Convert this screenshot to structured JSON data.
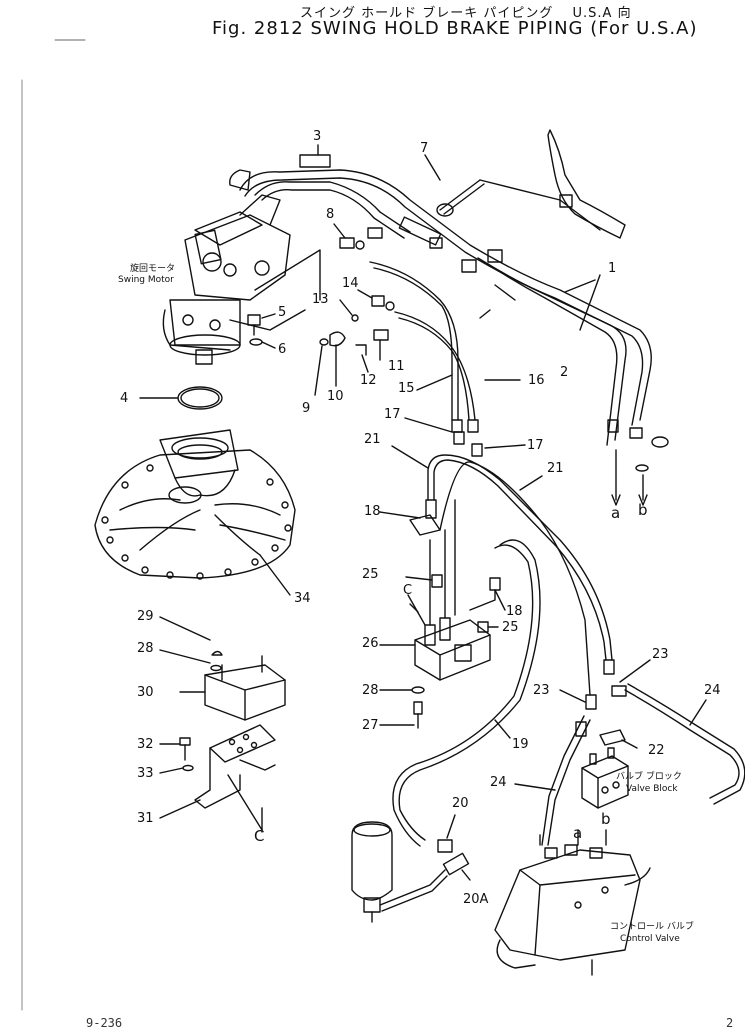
{
  "header": {
    "japanese_title": "スイング ホールド ブレーキ パイピング　 U.S.A 向",
    "figure_title": "Fig. 2812  SWING HOLD BRAKE PIPING (For U.S.A)"
  },
  "components": {
    "swing_motor_jp": "旋回モータ",
    "swing_motor": "Swing Motor",
    "valve_block_jp": "バルブ ブロック",
    "valve_block": "Valve Block",
    "control_valve_jp": "コントロール バルブ",
    "control_valve": "Control Valve"
  },
  "callouts": {
    "p1": "1",
    "p2": "2",
    "p3": "3",
    "p4": "4",
    "p5": "5",
    "p6": "6",
    "p7": "7",
    "p8": "8",
    "p9": "9",
    "p10": "10",
    "p11": "11",
    "p12": "12",
    "p13": "13",
    "p14": "14",
    "p15": "15",
    "p16": "16",
    "p17a": "17",
    "p17b": "17",
    "p18a": "18",
    "p18b": "18",
    "p19": "19",
    "p20": "20",
    "p20a": "20A",
    "p21a": "21",
    "p21b": "21",
    "p22": "22",
    "p23a": "23",
    "p23b": "23",
    "p24a": "24",
    "p24b": "24",
    "p25a": "25",
    "p25b": "25",
    "p26": "26",
    "p27": "27",
    "p28a": "28",
    "p28b": "28",
    "p29": "29",
    "p30": "30",
    "p31": "31",
    "p32": "32",
    "p33": "33",
    "p34": "34"
  },
  "connections": {
    "a_top": "a",
    "b_top": "b",
    "a_bottom": "a",
    "b_bottom": "b",
    "c_upper": "C",
    "c_lower": "C"
  },
  "footer": {
    "page_left": "9-236",
    "page_right": "2"
  }
}
